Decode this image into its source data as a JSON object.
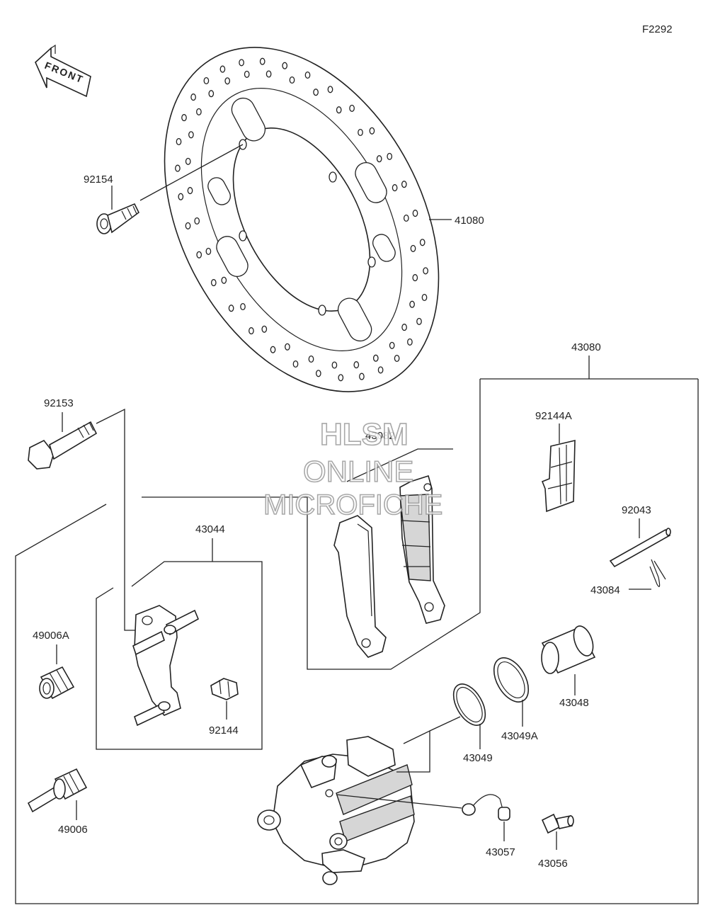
{
  "figure_code": "F2292",
  "front_arrow_label": "FRONT",
  "watermark": {
    "line1": "HLSM",
    "line2": "ONLINE",
    "line3": "MICROFICHE"
  },
  "labels": {
    "p92154": "92154",
    "p41080": "41080",
    "p43080": "43080",
    "p92153": "92153",
    "p43082": "43082",
    "p92144A": "92144A",
    "p92043": "92043",
    "p43084": "43084",
    "p43044": "43044",
    "p49006A": "49006A",
    "p92144": "92144",
    "p43048": "43048",
    "p43049A": "43049A",
    "p43049": "43049",
    "p49006": "49006",
    "p43057": "43057",
    "p43056": "43056"
  }
}
